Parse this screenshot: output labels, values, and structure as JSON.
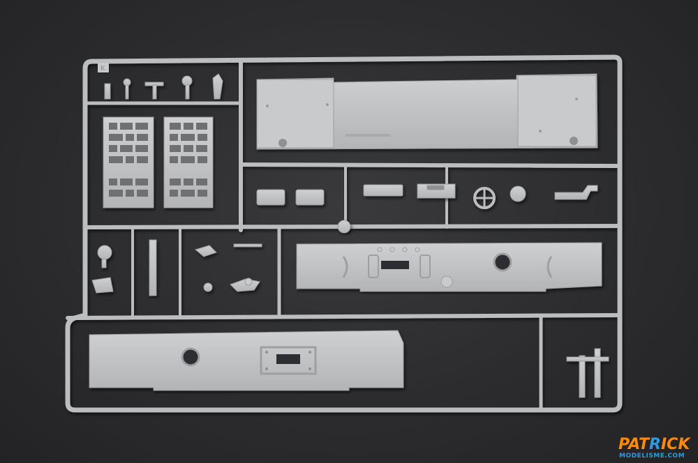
{
  "sprue": {
    "letter": "K",
    "plastic_color": "#bfc0c1",
    "shadow_color": "#8f9091",
    "background_color": "#2b2b2d"
  },
  "watermark": {
    "brand_part1": "PAT",
    "brand_part2": "R",
    "brand_part3": "ICK",
    "subtitle": "MODELISME.COM",
    "color_primary": "#ff8a00",
    "color_secondary": "#2e9be0"
  }
}
